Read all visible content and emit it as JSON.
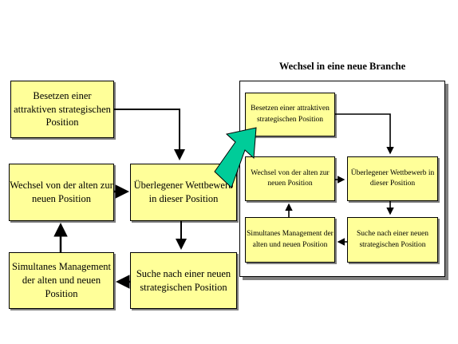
{
  "left_flow": {
    "box_occupy": "Besetzen einer attraktiven strategischen Position",
    "box_switch": "Wechsel von der alten zur neuen Position",
    "box_competition": "Überlegener Wettbewerb in dieser Position",
    "box_simultaneous": "Simultanes Management der alten und neuen Position",
    "box_search": "Suche nach einer neuen strategischen Position"
  },
  "right_flow": {
    "title": "Wechsel in eine neue Branche",
    "box_occupy": "Besetzen einer attraktiven strategischen Position",
    "box_switch": "Wechsel von der alten zur neuen Position",
    "box_competition": "Überlegener Wettbewerb in dieser Position",
    "box_simultaneous": "Simultanes Management der alten und neuen Position",
    "box_search": "Suche nach einer neuen strategischen Position"
  },
  "colors": {
    "box_fill": "#ffff99",
    "transition_arrow": "#00cc99"
  }
}
